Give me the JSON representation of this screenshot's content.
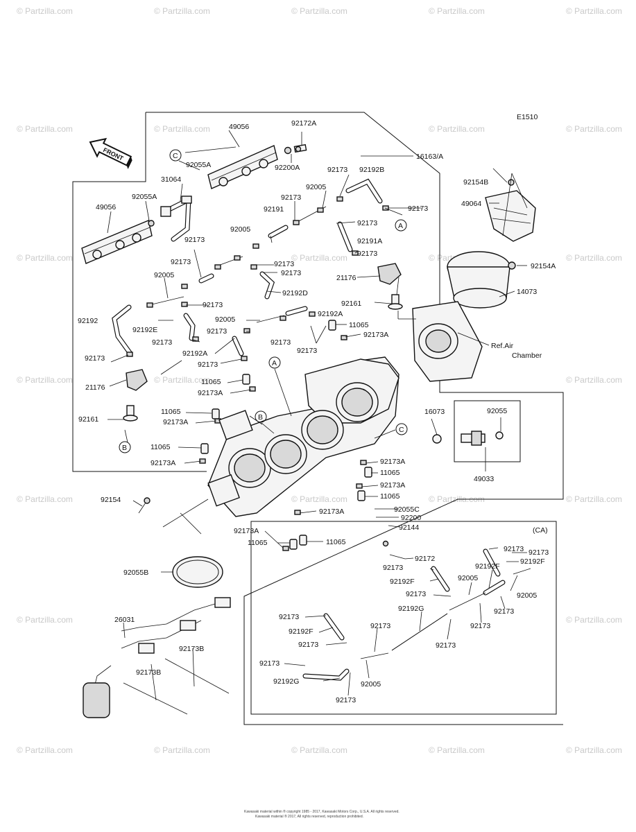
{
  "diagram_code": "E1510",
  "watermark_text": "© Partzilla.com",
  "front_label": "FRONT",
  "ca_label": "(CA)",
  "callouts": [
    "A",
    "B",
    "C"
  ],
  "copyright": "Kawasaki material within ® copyright 1985 - 2017, Kawasaki Motors Corp., U.S.A. All rights reserved.",
  "copyright2": "Kawasaki material ® 2017, All rights reserved, reproduction prohibited.",
  "labels": [
    {
      "t": "49056"
    },
    {
      "t": "92172A"
    },
    {
      "t": "16163/A"
    },
    {
      "t": "92055A"
    },
    {
      "t": "92200A"
    },
    {
      "t": "31064"
    },
    {
      "t": "92055A"
    },
    {
      "t": "49056"
    },
    {
      "t": "92173"
    },
    {
      "t": "92192B"
    },
    {
      "t": "92005"
    },
    {
      "t": "92173"
    },
    {
      "t": "92173"
    },
    {
      "t": "92191"
    },
    {
      "t": "92173"
    },
    {
      "t": "92005"
    },
    {
      "t": "92191A"
    },
    {
      "t": "92173"
    },
    {
      "t": "92173"
    },
    {
      "t": "92173"
    },
    {
      "t": "92173"
    },
    {
      "t": "92005"
    },
    {
      "t": "21176"
    },
    {
      "t": "92192D"
    },
    {
      "t": "92173"
    },
    {
      "t": "92173"
    },
    {
      "t": "92161"
    },
    {
      "t": "92192"
    },
    {
      "t": "92192E"
    },
    {
      "t": "92005"
    },
    {
      "t": "92192A"
    },
    {
      "t": "92173"
    },
    {
      "t": "11065"
    },
    {
      "t": "92173"
    },
    {
      "t": "92173"
    },
    {
      "t": "92173A"
    },
    {
      "t": "92192A"
    },
    {
      "t": "92173"
    },
    {
      "t": "92173"
    },
    {
      "t": "92173"
    },
    {
      "t": "21176"
    },
    {
      "t": "11065"
    },
    {
      "t": "92173A"
    },
    {
      "t": "92161"
    },
    {
      "t": "11065"
    },
    {
      "t": "92173A"
    },
    {
      "t": "11065"
    },
    {
      "t": "92173A"
    },
    {
      "t": "16073"
    },
    {
      "t": "92055"
    },
    {
      "t": "92173A"
    },
    {
      "t": "11065"
    },
    {
      "t": "92173A"
    },
    {
      "t": "11065"
    },
    {
      "t": "49033"
    },
    {
      "t": "92154"
    },
    {
      "t": "92173A"
    },
    {
      "t": "92055C"
    },
    {
      "t": "92200"
    },
    {
      "t": "11065"
    },
    {
      "t": "92144"
    },
    {
      "t": "92173A"
    },
    {
      "t": "92172"
    },
    {
      "t": "11065"
    },
    {
      "t": "92055B"
    },
    {
      "t": "26031"
    },
    {
      "t": "92173B"
    },
    {
      "t": "92173B"
    },
    {
      "t": "92154B"
    },
    {
      "t": "49064"
    },
    {
      "t": "92154A"
    },
    {
      "t": "14073"
    },
    {
      "t": "Ref.Air"
    },
    {
      "t": "Chamber"
    },
    {
      "t": "92173"
    },
    {
      "t": "92192F"
    },
    {
      "t": "92173"
    },
    {
      "t": "92173"
    },
    {
      "t": "92192F"
    },
    {
      "t": "92005"
    },
    {
      "t": "92192F"
    },
    {
      "t": "92173"
    },
    {
      "t": "92005"
    },
    {
      "t": "92173"
    },
    {
      "t": "92173"
    },
    {
      "t": "92192G"
    },
    {
      "t": "92173"
    },
    {
      "t": "92192F"
    },
    {
      "t": "92173"
    },
    {
      "t": "92173"
    },
    {
      "t": "92173"
    },
    {
      "t": "92173"
    },
    {
      "t": "92192G"
    },
    {
      "t": "92005"
    },
    {
      "t": "92173"
    }
  ]
}
